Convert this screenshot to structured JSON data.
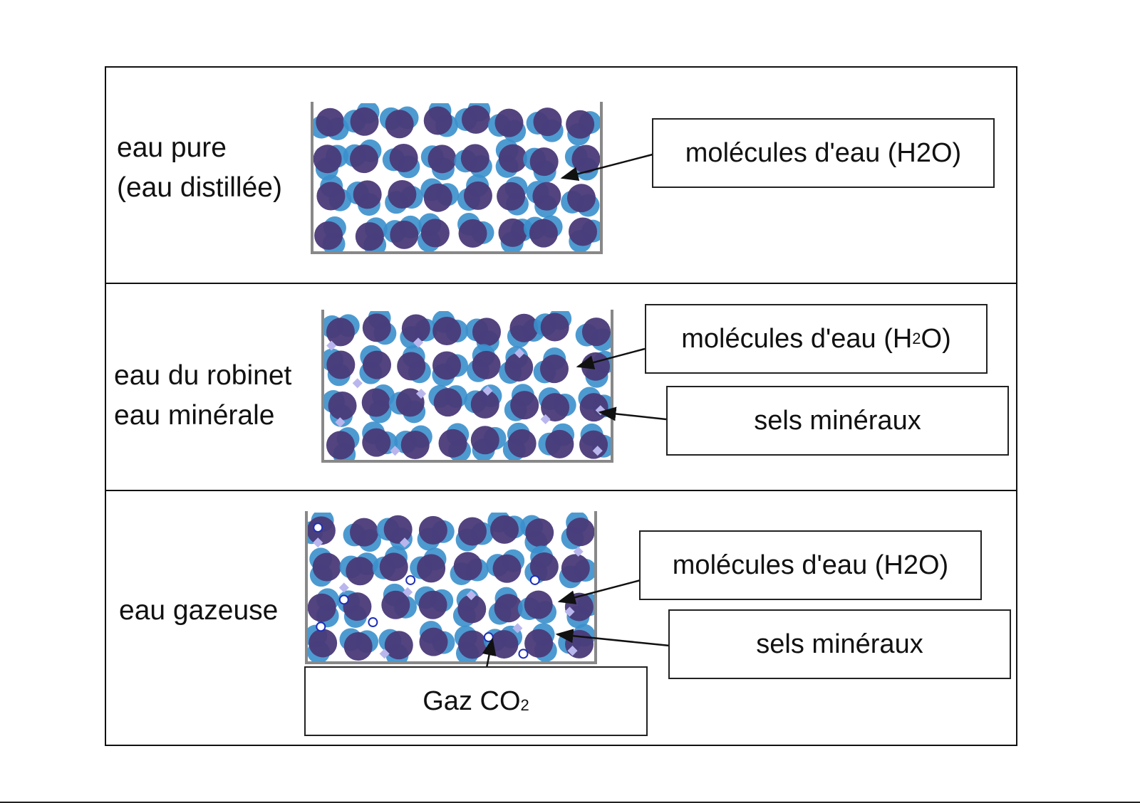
{
  "rows": [
    {
      "name": "eau-pure",
      "label_lines": [
        "eau pure",
        "(eau distillée)"
      ],
      "callouts": [
        {
          "text": "molécules d'eau (H2O)"
        }
      ]
    },
    {
      "name": "eau-robinet",
      "label_lines": [
        "eau du robinet",
        "eau minérale"
      ],
      "callouts": [
        {
          "text_main": "molécules d'eau (H",
          "text_sub": "2",
          "text_tail": "O)"
        },
        {
          "text": "sels minéraux"
        }
      ]
    },
    {
      "name": "eau-gazeuse",
      "label_lines": [
        "eau gazeuse"
      ],
      "callouts": [
        {
          "text": "molécules d'eau (H2O)"
        },
        {
          "text": "sels minéraux"
        },
        {
          "text_main": "Gaz CO",
          "text_sub": "2"
        }
      ]
    }
  ],
  "colors": {
    "oxygen": "#4a3a78",
    "hydrogen": "#3a8fcc",
    "mineral": "#b9b6ee",
    "co2_bubble": "#1f2fb8",
    "container": "#888888",
    "frame": "#111111"
  }
}
